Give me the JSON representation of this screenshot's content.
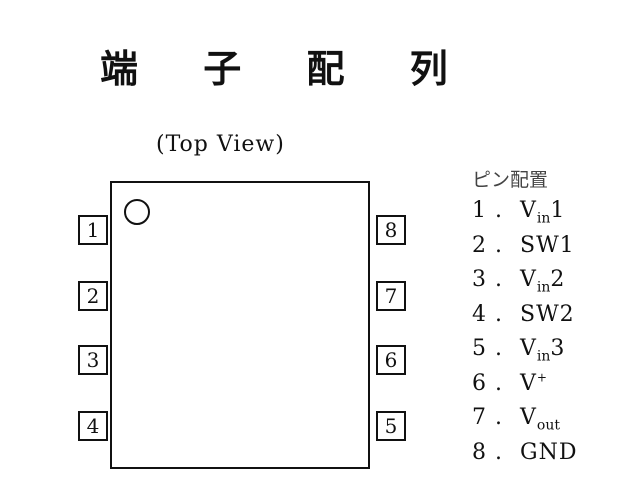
{
  "title": "端 子 配 列",
  "subtitle": "(Top View)",
  "pins_left": [
    "1",
    "2",
    "3",
    "4"
  ],
  "pins_right": [
    "8",
    "7",
    "6",
    "5"
  ],
  "pinout": {
    "heading": "ピン配置",
    "rows": [
      {
        "num": "1 .",
        "base": "V",
        "sub": "in",
        "sup": "",
        "suffix": "1"
      },
      {
        "num": "2 .",
        "base": "SW1",
        "sub": "",
        "sup": "",
        "suffix": ""
      },
      {
        "num": "3 .",
        "base": "V",
        "sub": "in",
        "sup": "",
        "suffix": "2"
      },
      {
        "num": "4 .",
        "base": "SW2",
        "sub": "",
        "sup": "",
        "suffix": ""
      },
      {
        "num": "5 .",
        "base": "V",
        "sub": "in",
        "sup": "",
        "suffix": "3"
      },
      {
        "num": "6 .",
        "base": "V",
        "sub": "",
        "sup": "+",
        "suffix": ""
      },
      {
        "num": "7 .",
        "base": "V",
        "sub": "out",
        "sup": "",
        "suffix": ""
      },
      {
        "num": "8 .",
        "base": "GND",
        "sub": "",
        "sup": "",
        "suffix": ""
      }
    ]
  }
}
